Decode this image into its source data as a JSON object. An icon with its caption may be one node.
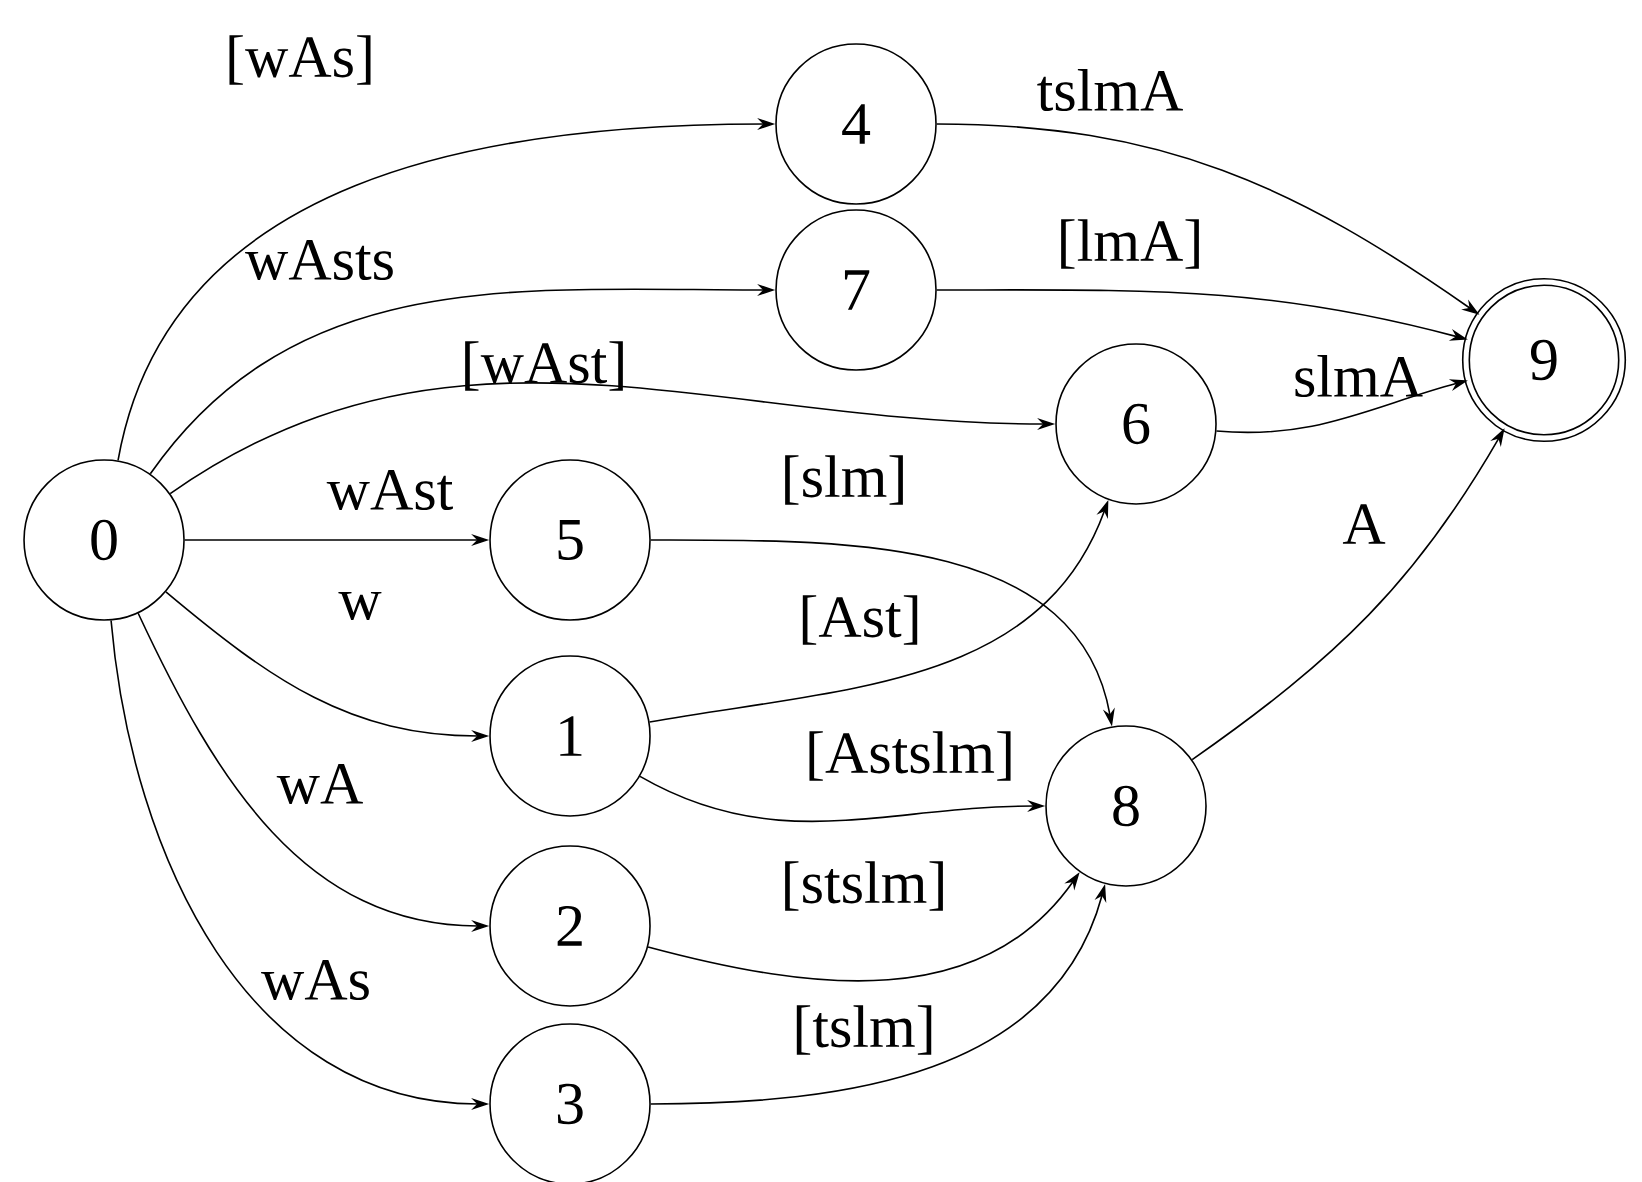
{
  "diagram": {
    "nodes": [
      {
        "text": [
          "0"
        ]
      },
      {
        "text": [
          "1"
        ]
      },
      {
        "text": [
          "2"
        ]
      },
      {
        "text": [
          "3"
        ]
      },
      {
        "text": [
          "4"
        ]
      },
      {
        "text": [
          "5"
        ]
      },
      {
        "text": [
          "6"
        ]
      },
      {
        "text": [
          "7"
        ]
      },
      {
        "text": [
          "8"
        ]
      },
      {
        "text": [
          "9"
        ]
      }
    ],
    "edges": [
      {
        "from": 0,
        "to": 4,
        "arrow": "to",
        "label": "[wAs]"
      },
      {
        "from": 0,
        "to": 7,
        "arrow": "to",
        "label": "wAsts"
      },
      {
        "from": 0,
        "to": 6,
        "arrow": "to",
        "label": "[wAst]"
      },
      {
        "from": 0,
        "to": 5,
        "arrow": "to",
        "label": "wAst"
      },
      {
        "from": 0,
        "to": 1,
        "arrow": "to",
        "label": "w"
      },
      {
        "from": 0,
        "to": 2,
        "arrow": "to",
        "label": "wA"
      },
      {
        "from": 0,
        "to": 3,
        "arrow": "to",
        "label": "wAs"
      },
      {
        "from": 4,
        "to": 9,
        "arrow": "to",
        "label": "tslmA"
      },
      {
        "from": 7,
        "to": 9,
        "arrow": "to",
        "label": "[lmA]"
      },
      {
        "from": 6,
        "to": 9,
        "arrow": "to",
        "label": "slmA"
      },
      {
        "from": 8,
        "to": 9,
        "arrow": "to",
        "label": "A"
      },
      {
        "from": 5,
        "to": 8,
        "arrow": "to",
        "label": "[slm]"
      },
      {
        "from": 1,
        "to": 6,
        "arrow": "to",
        "label": "[Ast]"
      },
      {
        "from": 1,
        "to": 8,
        "arrow": "to",
        "label": "[Astslm]"
      },
      {
        "from": 2,
        "to": 8,
        "arrow": "to",
        "label": "[stslm]"
      },
      {
        "from": 3,
        "to": 8,
        "arrow": "to",
        "label": "[tslm]"
      }
    ]
  }
}
